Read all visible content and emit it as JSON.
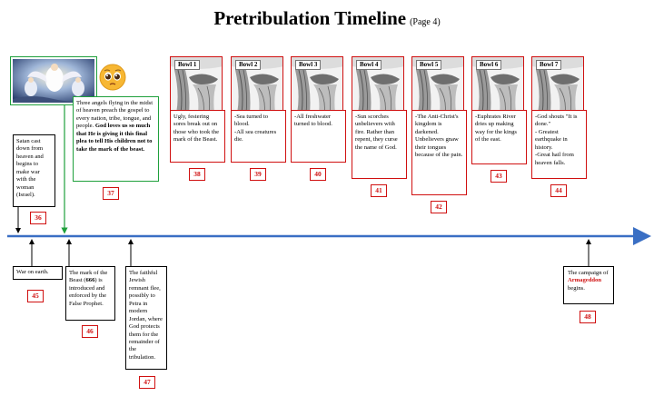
{
  "title": {
    "main": "Pretribulation Timeline",
    "page": "(Page 4)"
  },
  "colors": {
    "timeline": "#3a6fc4",
    "border_red": "#d01010",
    "border_green": "#1fa03c",
    "number": "#d01010"
  },
  "icons": {
    "angels_picture": "angels-picture-icon",
    "pleading_face": "pleading-face-emoji-icon",
    "bowl_picture": "bowl-pouring-picture-icon"
  },
  "bowls": [
    {
      "label": "Bowl 1",
      "text": "Ugly, festering sores break out on those who took the mark of the Beast.",
      "number": "38"
    },
    {
      "label": "Bowl 2",
      "text": "-Sea turned to blood.\n-All sea creatures die.",
      "number": "39"
    },
    {
      "label": "Bowl 3",
      "text": "-All freshwater turned to blood.",
      "number": "40"
    },
    {
      "label": "Bowl 4",
      "text": "-Sun scorches unbelievers with fire. Rather than repent, they curse the name of God.",
      "number": "41"
    },
    {
      "label": "Bowl 5",
      "text": "-The Anti-Christ's kingdom is darkened. Unbelievers gnaw their tongues because of the pain.",
      "number": "42"
    },
    {
      "label": "Bowl 6",
      "text": "-Euphrates River dries up making way for the kings of the east.",
      "number": "43"
    },
    {
      "label": "Bowl 7",
      "text": "-God shouts \"It is done.\"\n- Greatest earthquake in history.\n-Great hail from heaven falls.",
      "number": "44"
    }
  ],
  "angels": {
    "text_plain": "Three angels flying in the midst of heaven preach the gospel to every nation, tribe, tongue, and people.",
    "text_bold": "God loves us so much that He is giving it this final plea to tell His children not to take the mark of the beast.",
    "number": "37"
  },
  "satan": {
    "text": "Satan cast down from heaven and begins to make war with the woman (Israel).",
    "number": "36"
  },
  "war": {
    "text": "War on earth.",
    "number": "45"
  },
  "mark": {
    "text_before": "The mark of the Beast (",
    "text_bold": "666",
    "text_after": ") is introduced and enforced by the False Prophet.",
    "number": "46"
  },
  "remnant": {
    "text": "The faithful Jewish remnant flee, possibly to Petra in modern Jordan, where God protects them for the remainder of the tribulation.",
    "number": "47"
  },
  "armageddon": {
    "text_before": "The campaign of",
    "text_red": "Armageddon",
    "text_after": "begins.",
    "number": "48"
  }
}
